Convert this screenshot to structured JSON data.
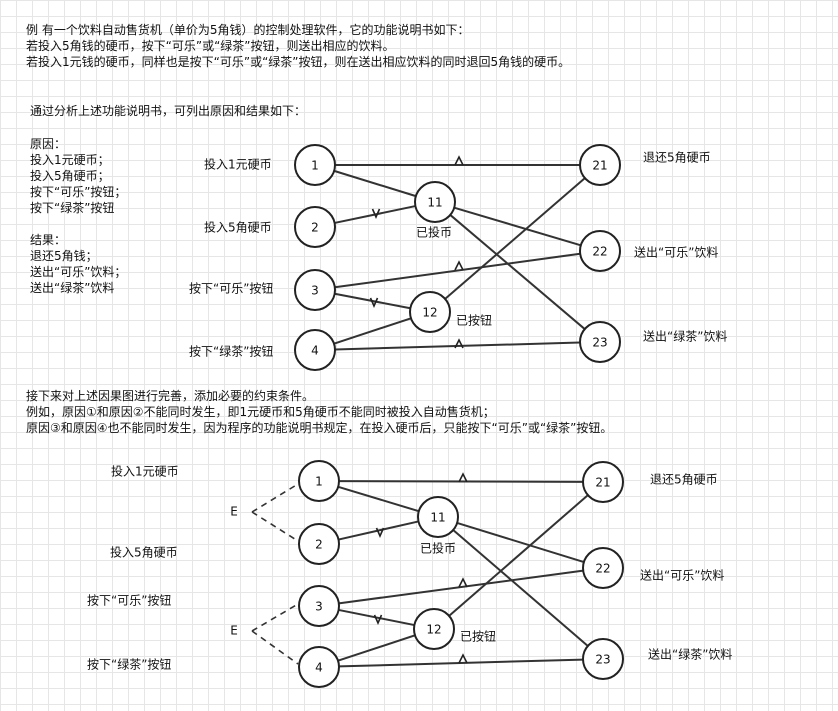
{
  "intro": {
    "line1": "例 有一个饮料自动售货机（单价为5角钱）的控制处理软件，它的功能说明书如下：",
    "line2": "若投入5角钱的硬币，按下“可乐”或“绿茶”按钮，则送出相应的饮料。",
    "line3": "若投入1元钱的硬币，同样也是按下“可乐”或“绿茶”按钮，则在送出相应饮料的同时退回5角钱的硬币。"
  },
  "analysis": {
    "intro": "通过分析上述功能说明书，可列出原因和结果如下：",
    "causes_heading": "原因：",
    "causes": [
      "投入1元硬币；",
      "投入5角硬币；",
      "按下“可乐”按钮；",
      "按下“绿茶”按钮"
    ],
    "effects_heading": "结果：",
    "effects": [
      "退还5角钱；",
      "送出“可乐”饮料；",
      "送出“绿茶”饮料"
    ]
  },
  "diagram1": {
    "cause_labels": [
      "投入1元硬币",
      "投入5角硬币",
      "按下“可乐”按钮",
      "按下“绿茶”按钮"
    ],
    "effect_labels": [
      "退还5角硬币",
      "送出“可乐”饮料",
      "送出“绿茶”饮料"
    ],
    "middle_labels": [
      "已投币",
      "已按钮"
    ],
    "nodes": [
      "1",
      "2",
      "3",
      "4",
      "11",
      "12",
      "21",
      "22",
      "23"
    ],
    "and_symbol": "^",
    "or_symbol": "V"
  },
  "middle": {
    "line1": "接下来对上述因果图进行完善，添加必要的约束条件。",
    "line2": "例如，原因①和原因②不能同时发生，即1元硬币和5角硬币不能同时被投入自动售货机；",
    "line3": "原因③和原因④也不能同时发生，因为程序的功能说明书规定，在投入硬币后，只能按下“可乐”或“绿茶”按钮。"
  },
  "diagram2": {
    "cause_labels": [
      "投入1元硬币",
      "投入5角硬币",
      "按下“可乐”按钮",
      "按下“绿茶”按钮"
    ],
    "effect_labels": [
      "退还5角硬币",
      "送出“可乐”饮料",
      "送出“绿茶”饮料"
    ],
    "middle_labels": [
      "已投币",
      "已按钮"
    ],
    "nodes": [
      "1",
      "2",
      "3",
      "4",
      "11",
      "12",
      "21",
      "22",
      "23"
    ],
    "constraint": "E",
    "and_symbol": "^",
    "or_symbol": "V"
  }
}
